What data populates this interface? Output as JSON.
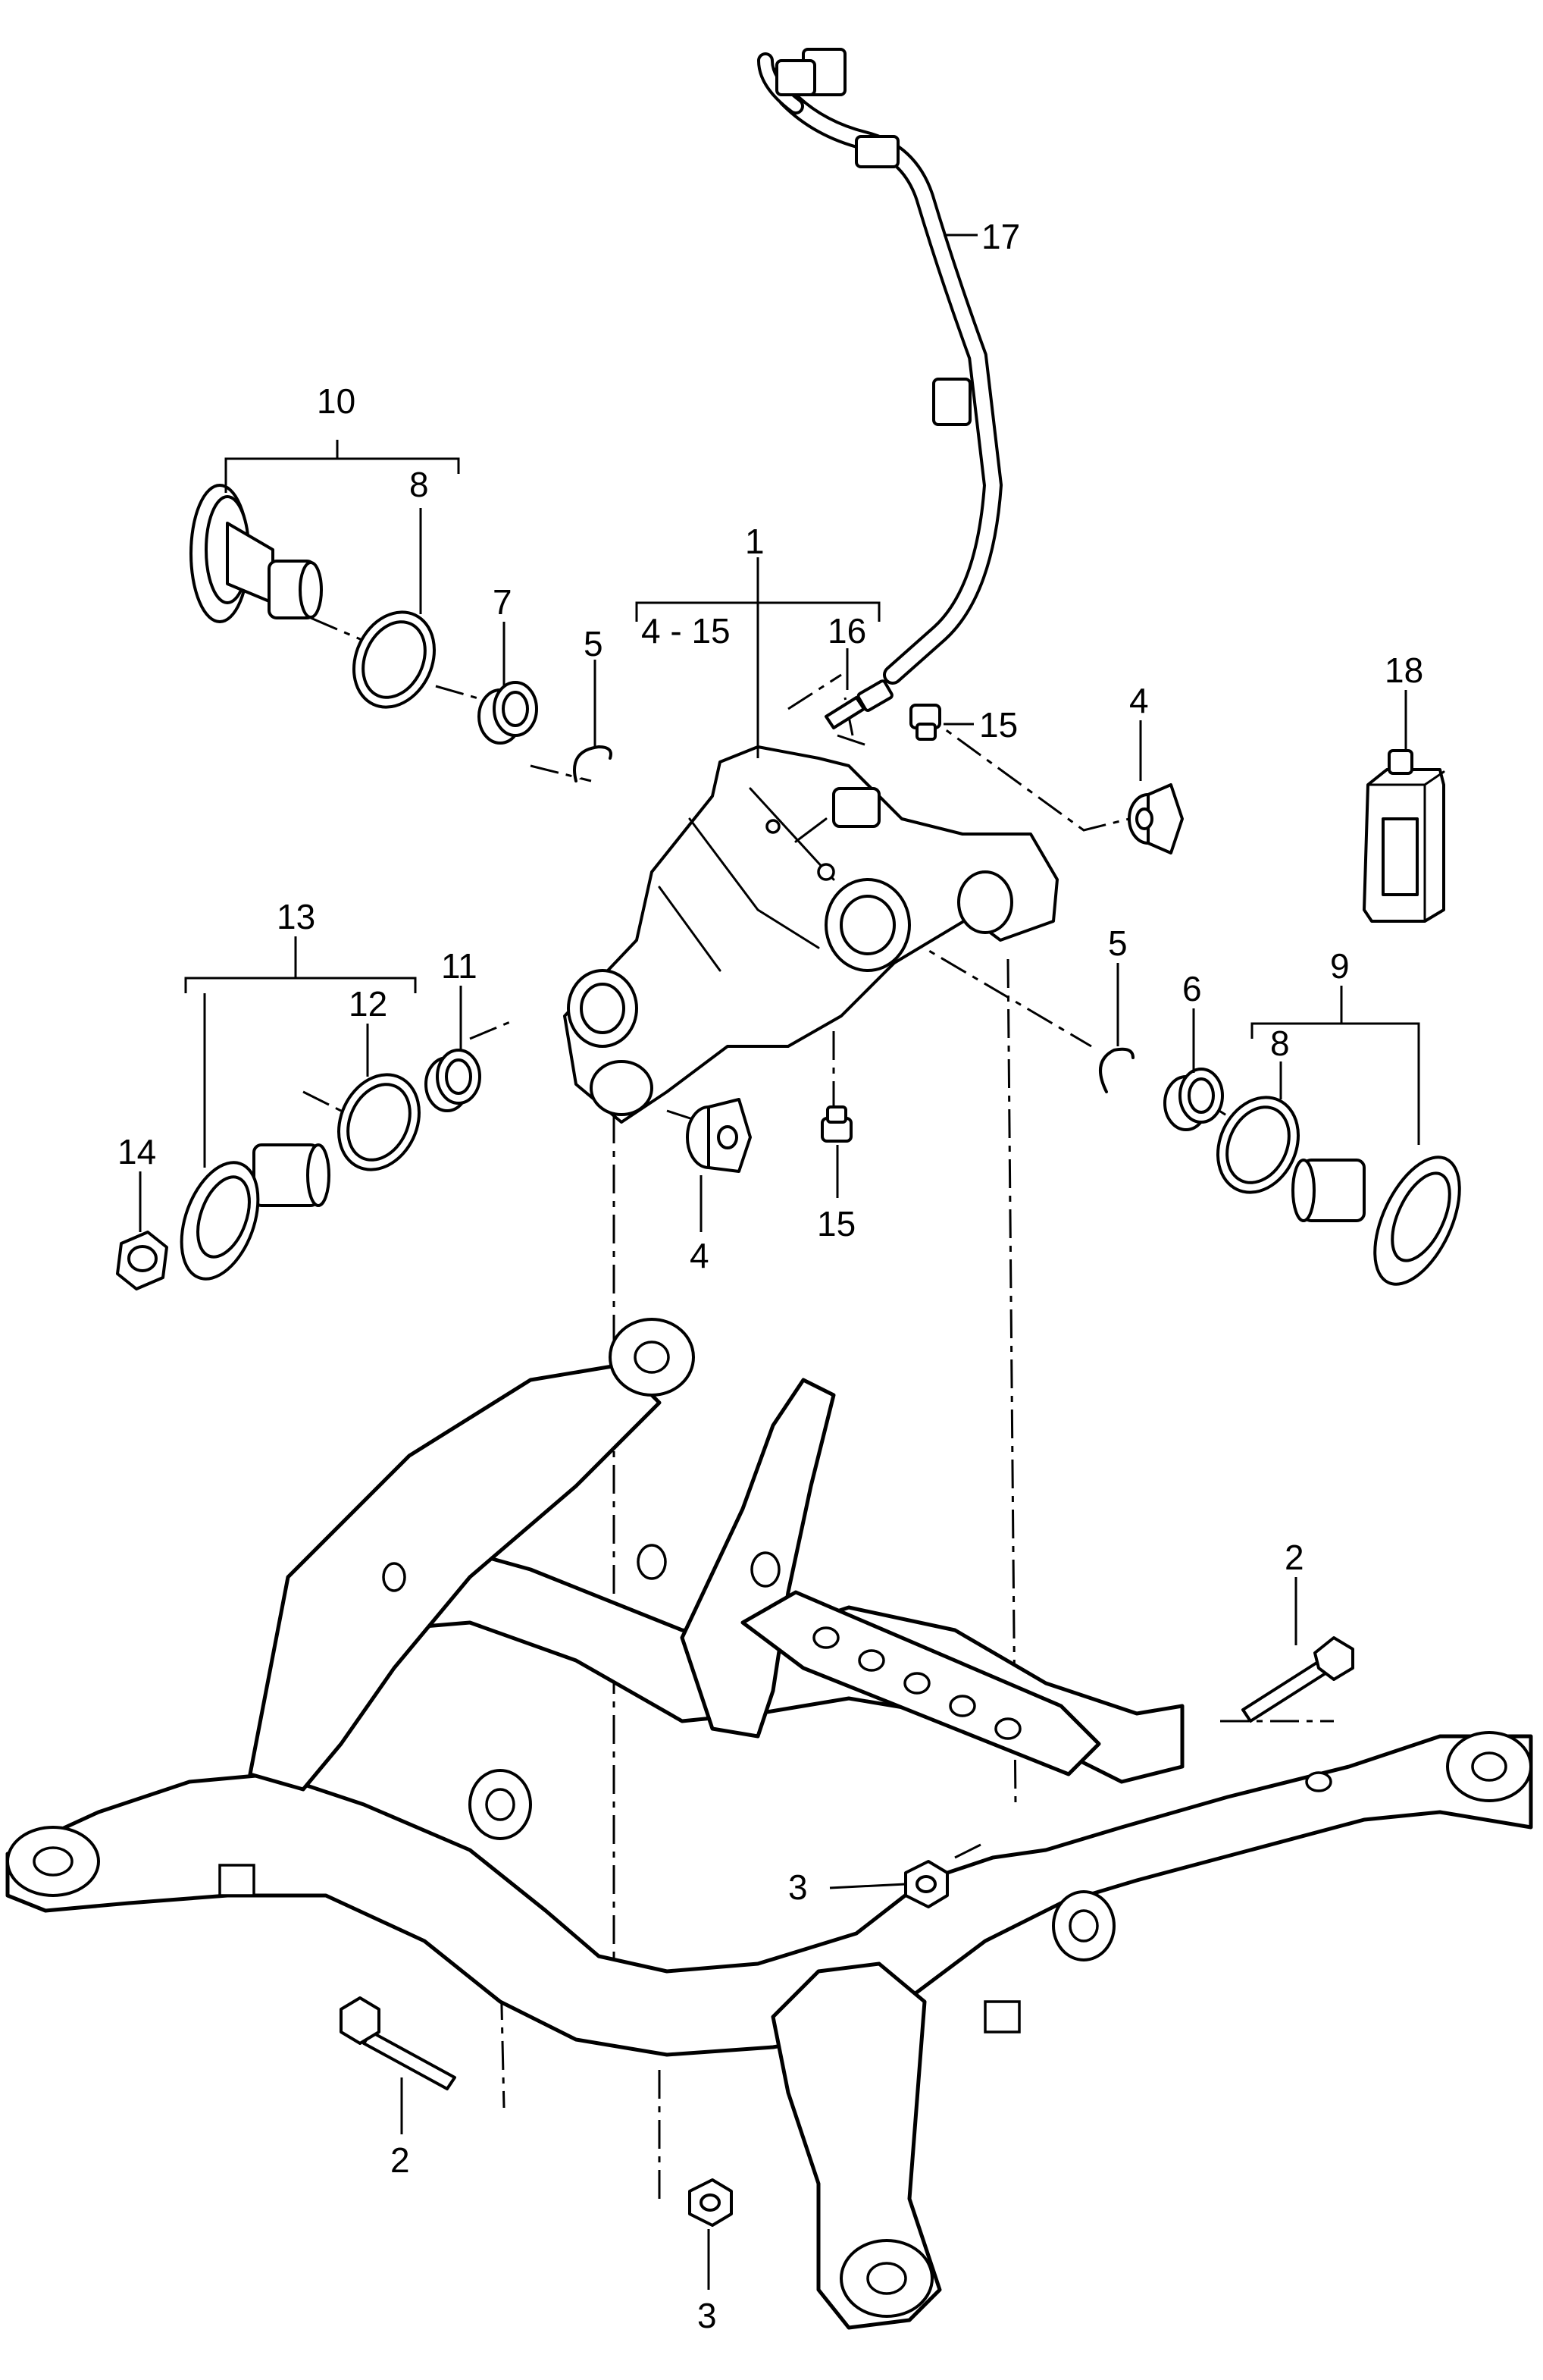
{
  "callouts": {
    "c1": "1",
    "c2a": "2",
    "c2b": "2",
    "c3a": "3",
    "c3b": "3",
    "c4a": "4",
    "c4b": "4",
    "c4_15": "4 - 15",
    "c5a": "5",
    "c5b": "5",
    "c6": "6",
    "c7": "7",
    "c8a": "8",
    "c8b": "8",
    "c9": "9",
    "c10": "10",
    "c11": "11",
    "c12": "12",
    "c13": "13",
    "c14": "14",
    "c15a": "15",
    "c15b": "15",
    "c16": "16",
    "c17": "17",
    "c18": "18"
  }
}
